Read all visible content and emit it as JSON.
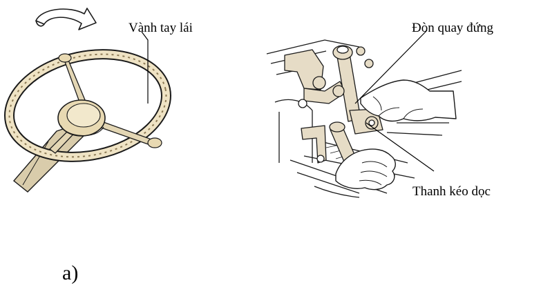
{
  "labels": {
    "steering_wheel_rim": "Vành tay lái",
    "pitman_arm": "Đòn quay đứng",
    "drag_link": "Thanh kéo dọc",
    "part_marker": "a)"
  },
  "illustrations": {
    "left": "steering-wheel",
    "right": "steering-linkage-with-hands",
    "rotation_arrow": "curved-arrow-clockwise"
  },
  "colors": {
    "line": "#1a1a1a",
    "wheel_fill": "#efe3c4",
    "hub_fill": "#e8d9b2",
    "metal_fill": "#e6dcc6",
    "text": "#000000"
  }
}
